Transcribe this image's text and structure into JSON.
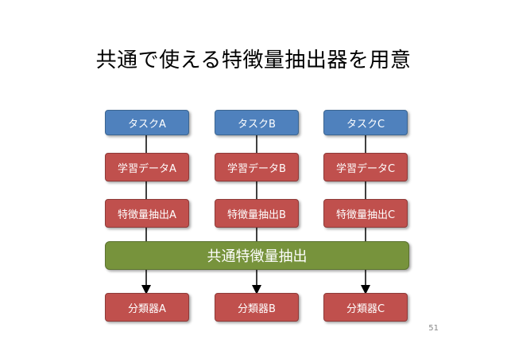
{
  "slide": {
    "title": "共通で使える特徴量抽出器を用意",
    "page_number": "51"
  },
  "colors": {
    "task": "#4f81bd",
    "data": "#c0504d",
    "shared": "#77933c"
  },
  "diagram": {
    "columns": [
      {
        "task": "タスクA",
        "data": "学習データA",
        "feature": "特徴量抽出A",
        "classifier": "分類器A"
      },
      {
        "task": "タスクB",
        "data": "学習データB",
        "feature": "特徴量抽出B",
        "classifier": "分類器B"
      },
      {
        "task": "タスクC",
        "data": "学習データC",
        "feature": "特徴量抽出C",
        "classifier": "分類器C"
      }
    ],
    "shared_label": "共通特徴量抽出"
  }
}
